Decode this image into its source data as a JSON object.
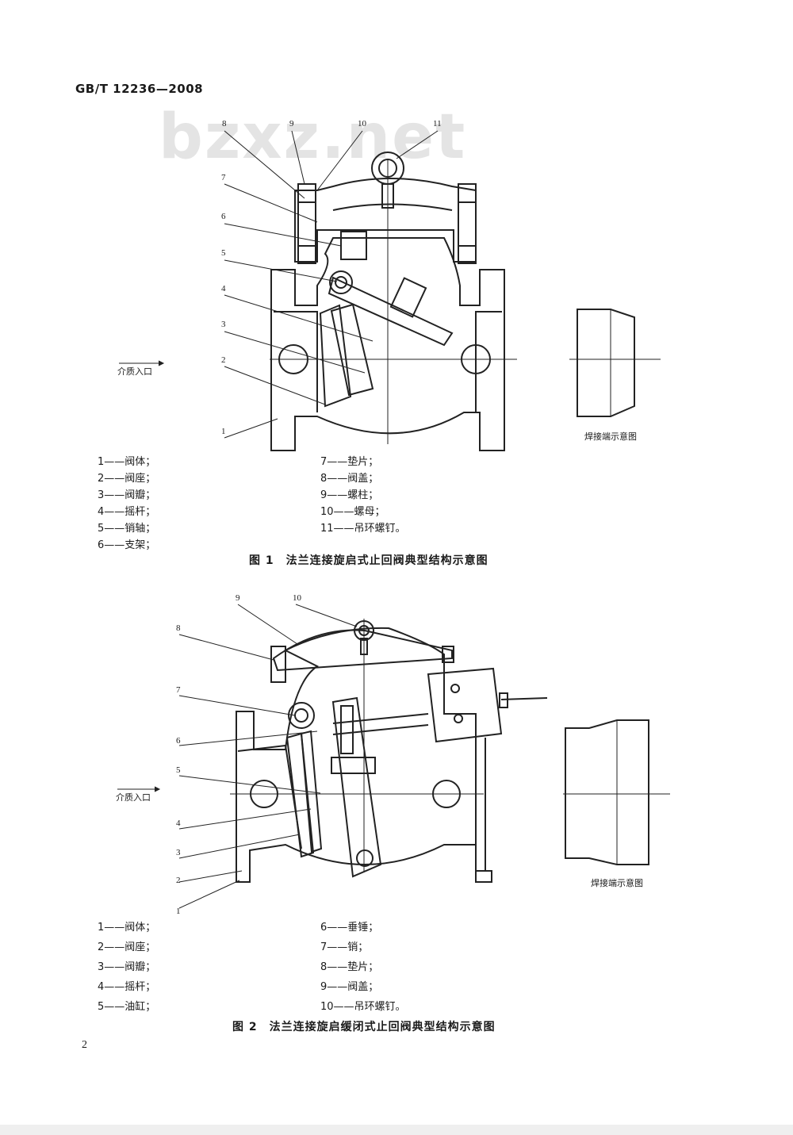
{
  "header": {
    "standard_number": "GB/T 12236—2008"
  },
  "watermark": {
    "text": "bzxz.net"
  },
  "figure1": {
    "callouts": [
      "8",
      "9",
      "10",
      "11",
      "7",
      "6",
      "5",
      "4",
      "3",
      "2",
      "1"
    ],
    "inlet_label": "介质入口",
    "weld_end_label": "焊接端示意图",
    "legend_left": [
      "1——阀体；",
      "2——阀座；",
      "3——阀瓣；",
      "4——摇杆；",
      "5——销轴；",
      "6——支架；"
    ],
    "legend_right": [
      "7——垫片；",
      "8——阀盖；",
      "9——螺柱；",
      "10——螺母；",
      "11——吊环螺钉。"
    ],
    "caption": "图 1　法兰连接旋启式止回阀典型结构示意图"
  },
  "figure2": {
    "callouts": [
      "9",
      "10",
      "8",
      "7",
      "6",
      "5",
      "4",
      "3",
      "2",
      "1"
    ],
    "inlet_label": "介质入口",
    "weld_end_label": "焊接端示意图",
    "legend_left": [
      "1——阀体；",
      "2——阀座；",
      "3——阀瓣；",
      "4——摇杆；",
      "5——油缸；"
    ],
    "legend_right": [
      "6——垂锤；",
      "7——销；",
      "8——垫片；",
      "9——阀盖；",
      "10——吊环螺钉。"
    ],
    "caption": "图 2　法兰连接旋启缓闭式止回阀典型结构示意图"
  },
  "page_number": "2"
}
